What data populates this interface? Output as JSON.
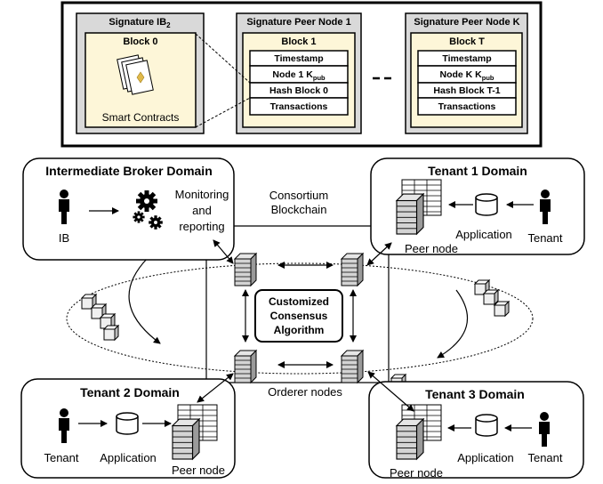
{
  "ledger": {
    "sig_ib_prefix": "Signature IB",
    "sig_ib_sub": "2",
    "block0_label": "Block 0",
    "smart_contracts": "Smart Contracts",
    "peer1": {
      "signature": "Signature Peer Node 1",
      "block": "Block 1",
      "timestamp": "Timestamp",
      "node_key_prefix": "Node 1 K",
      "node_key_sub": "pub",
      "hash": "Hash Block 0",
      "transactions": "Transactions"
    },
    "peerK": {
      "signature": "Signature Peer Node K",
      "block": "Block T",
      "timestamp": "Timestamp",
      "node_key_prefix": "Node K K",
      "node_key_sub": "pub",
      "hash": "Hash Block T-1",
      "transactions": "Transactions"
    }
  },
  "ib_domain": {
    "title": "Intermediate Broker Domain",
    "actor": "IB",
    "monitoring_line1": "Monitoring",
    "monitoring_line2": "and",
    "monitoring_line3": "reporting"
  },
  "consortium": {
    "line1": "Consortium",
    "line2": "Blockchain",
    "consensus_line1": "Customized",
    "consensus_line2": "Consensus",
    "consensus_line3": "Algorithm",
    "orderer_label": "Orderer nodes"
  },
  "tenant1": {
    "title": "Tenant 1 Domain",
    "application": "Application",
    "tenant": "Tenant",
    "peer": "Peer node"
  },
  "tenant2": {
    "title": "Tenant 2 Domain",
    "tenant": "Tenant",
    "application": "Application",
    "peer": "Peer node"
  },
  "tenant3": {
    "title": "Tenant 3 Domain",
    "application": "Application",
    "tenant": "Tenant",
    "peer": "Peer node"
  }
}
